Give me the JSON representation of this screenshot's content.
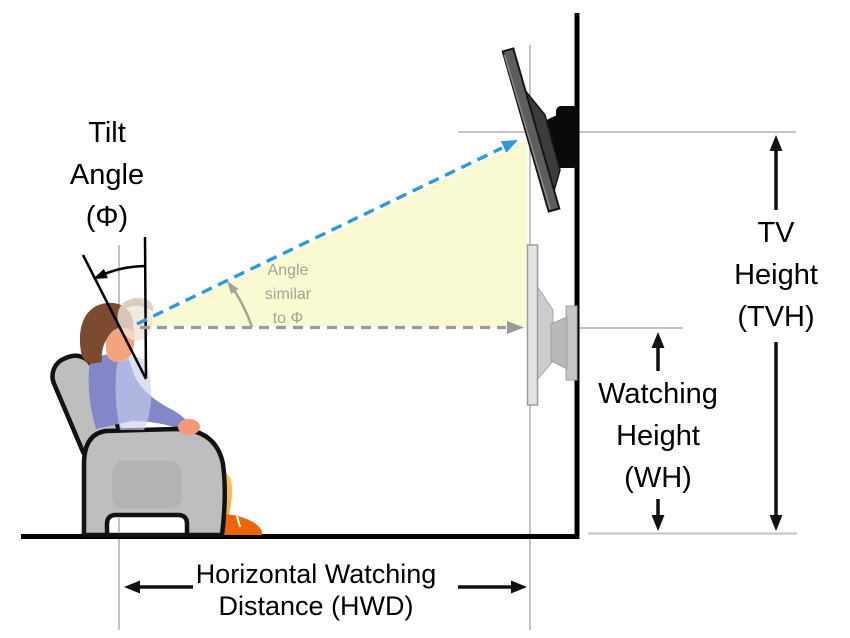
{
  "diagram": {
    "description": "TV mounting geometry diagram: seated viewer looking up at a tilted wall-mounted TV",
    "labels": {
      "tilt_angle": {
        "lines": [
          "Tilt",
          "Angle",
          "(Φ)"
        ]
      },
      "angle_similar": {
        "lines": [
          "Angle",
          "similar",
          "to Φ"
        ]
      },
      "tv_height": {
        "lines": [
          "TV",
          "Height",
          "(TVH)"
        ]
      },
      "watching_height": {
        "lines": [
          "Watching",
          "Height",
          "(WH)"
        ]
      },
      "horizontal_watching_distance": {
        "lines": [
          "Horizontal Watching",
          "Distance (HWD)"
        ]
      }
    },
    "colors": {
      "sightline_blue": "#2D9BD8",
      "eyeline_gray": "#9A9A9A",
      "viewing_cone_yellow": "#FAFAD2",
      "reference_line_gray": "#C3C3C3",
      "gray_label_text": "#A6A299",
      "wall_floor_black": "#000000",
      "chair_gray": "#BEBEBE",
      "shirt_purple": "#8287CA",
      "skin_tone": "#F3A47F",
      "hair_brown": "#7B4A2F",
      "pants_yellow": "#F7C14F",
      "shoe_orange": "#EB6408",
      "tv_dark_gray": "#5E5E5E",
      "ghost_tv_light_gray": "#E3E3E3"
    }
  }
}
